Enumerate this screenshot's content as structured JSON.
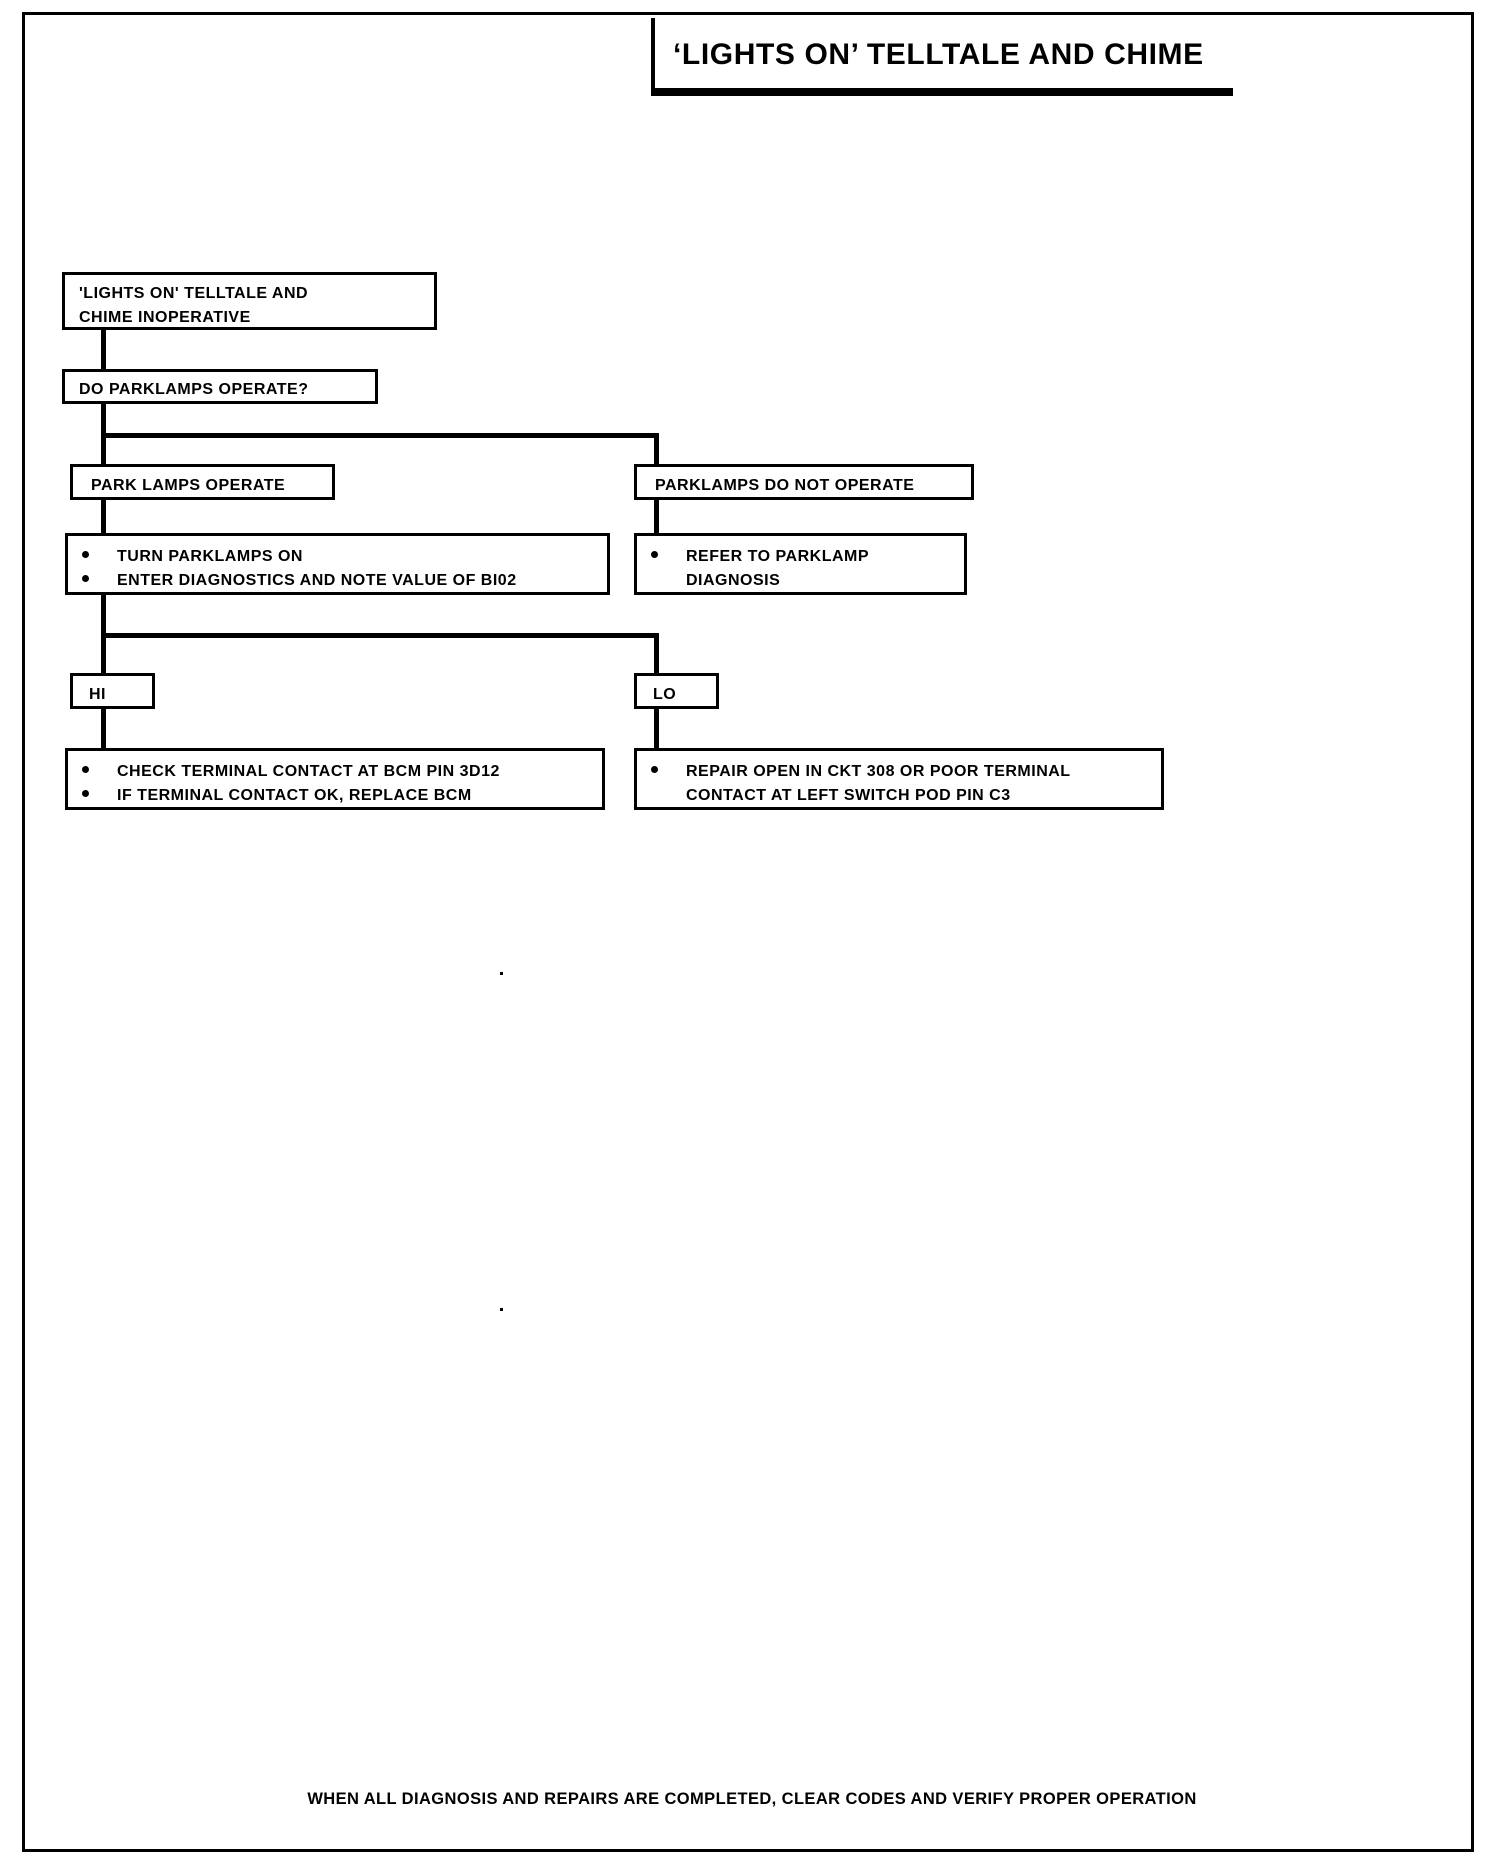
{
  "title": {
    "text": "‘LIGHTS ON’ TELLTALE AND CHIME"
  },
  "flow": {
    "symptom": {
      "line1": "'LIGHTS ON' TELLTALE AND",
      "line2": "CHIME INOPERATIVE"
    },
    "question": {
      "line1": "DO PARKLAMPS OPERATE?"
    },
    "branch_left": {
      "line1": "PARK LAMPS  OPERATE"
    },
    "branch_right": {
      "line1": "PARKLAMPS DO NOT OPERATE"
    },
    "left_actions": {
      "bullet1": "TURN PARKLAMPS ON",
      "bullet2": "ENTER DIAGNOSTICS AND NOTE VALUE OF BI02"
    },
    "right_actions": {
      "bullet1_line1": "REFER TO PARKLAMP",
      "bullet1_line2": "DIAGNOSIS"
    },
    "result_hi": {
      "label": "HI"
    },
    "result_lo": {
      "label": "LO"
    },
    "hi_actions": {
      "bullet1": "CHECK TERMINAL CONTACT AT BCM PIN 3D12",
      "bullet2": "IF TERMINAL CONTACT OK, REPLACE BCM"
    },
    "lo_actions": {
      "bullet1_line1": "REPAIR OPEN IN CKT 308 OR POOR TERMINAL",
      "bullet1_line2": "CONTACT AT LEFT SWITCH POD PIN C3"
    }
  },
  "footer": {
    "text": "WHEN ALL DIAGNOSIS AND REPAIRS ARE COMPLETED, CLEAR CODES AND VERIFY PROPER OPERATION"
  },
  "colors": {
    "ink": "#000000",
    "paper": "#ffffff"
  }
}
